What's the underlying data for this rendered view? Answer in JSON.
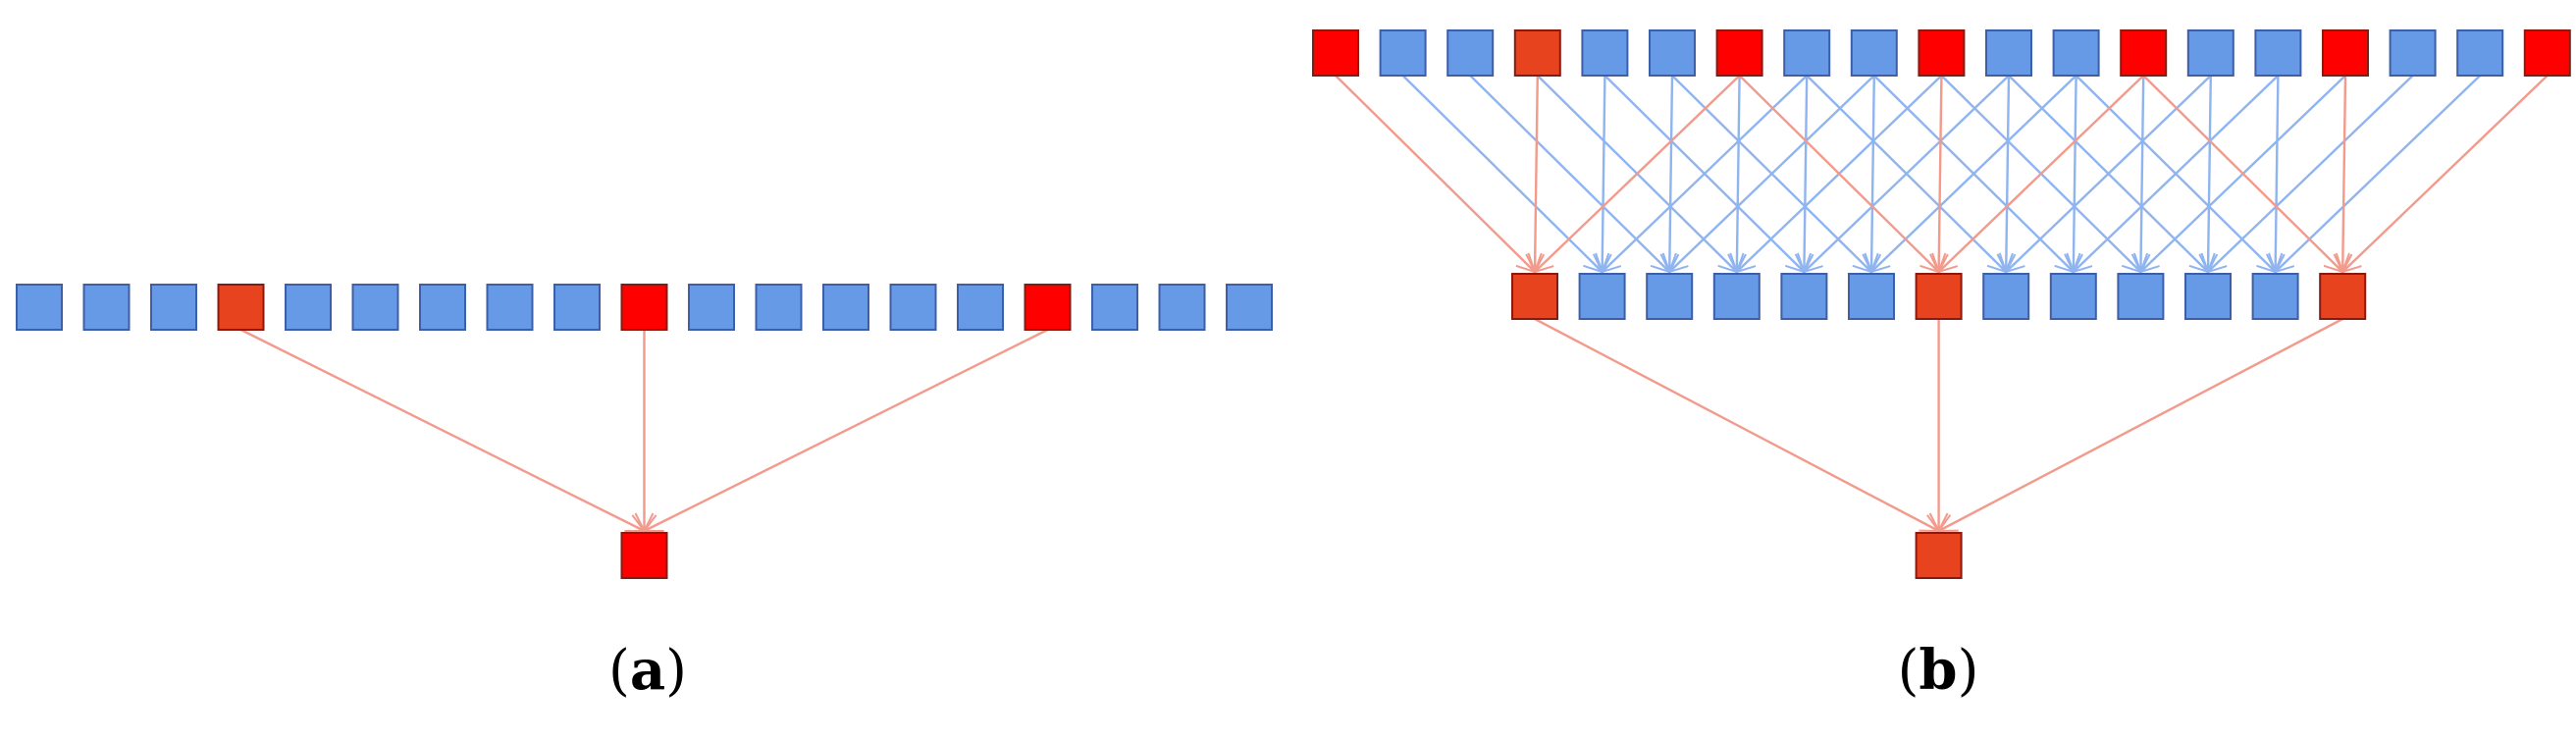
{
  "colors": {
    "blue": "#6699e6",
    "blue_border": "#3d5fa8",
    "red": "#ff0000",
    "orange": "#e8431f",
    "red_border": "#8a1a10",
    "arrow_red": "#f29a8c",
    "arrow_blue": "#8fb4ef"
  },
  "panels": {
    "a": {
      "caption_open": "(",
      "caption_letter": "a",
      "caption_close": ")",
      "input_row": [
        "blue",
        "blue",
        "blue",
        "orange",
        "blue",
        "blue",
        "blue",
        "blue",
        "blue",
        "red",
        "blue",
        "blue",
        "blue",
        "blue",
        "blue",
        "red",
        "blue",
        "blue",
        "blue"
      ],
      "output_node": "red",
      "arrows_from": [
        3,
        9,
        15
      ]
    },
    "b": {
      "caption_open": "(",
      "caption_letter": "b",
      "caption_close": ")",
      "top_row": [
        "red",
        "blue",
        "blue",
        "orange",
        "blue",
        "blue",
        "red",
        "blue",
        "blue",
        "red",
        "blue",
        "blue",
        "red",
        "blue",
        "blue",
        "red",
        "blue",
        "blue",
        "red"
      ],
      "middle_row": [
        "orange",
        "blue",
        "blue",
        "blue",
        "blue",
        "blue",
        "orange",
        "blue",
        "blue",
        "blue",
        "blue",
        "blue",
        "orange"
      ],
      "kernel_offsets": [
        0,
        3,
        6
      ],
      "output_node": "orange",
      "bottom_arrows_from": [
        0,
        6,
        12
      ]
    }
  }
}
